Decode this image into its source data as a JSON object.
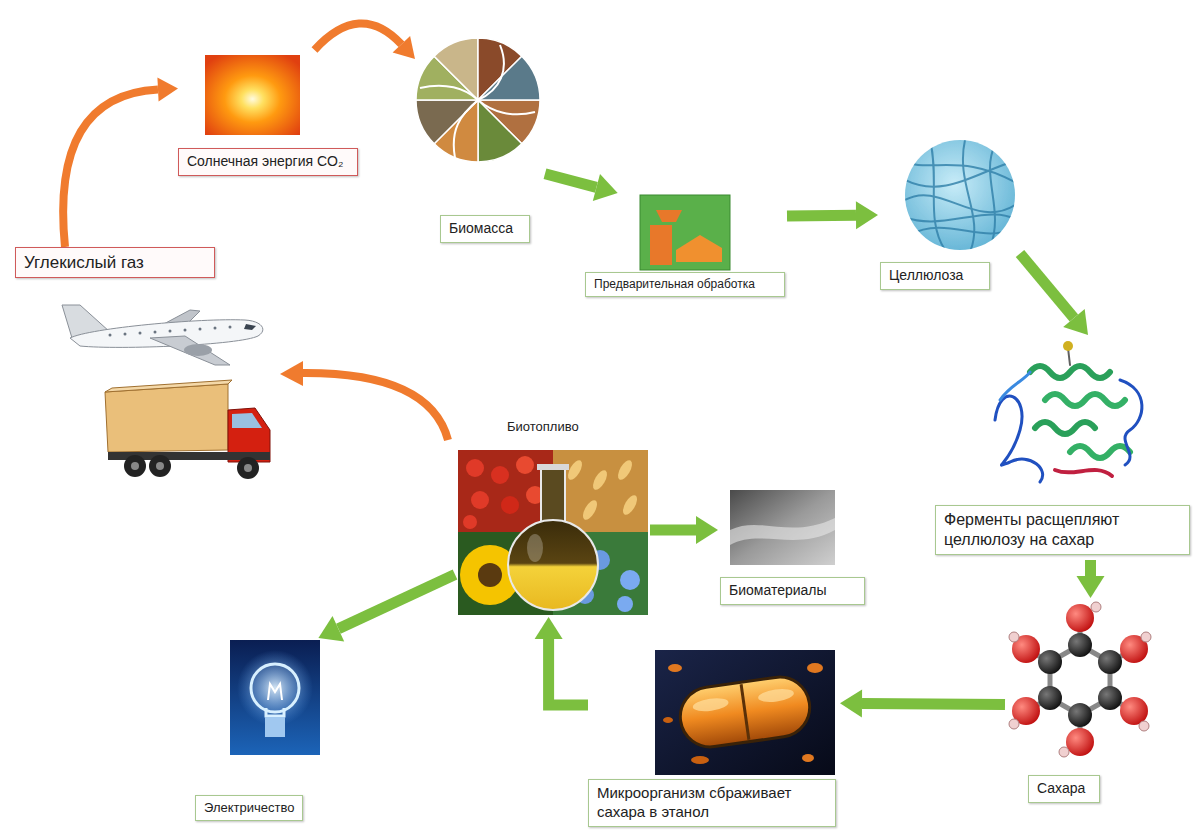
{
  "diagram": {
    "nodes": [
      {
        "text": [
          "Углекислый газ"
        ]
      },
      {
        "text": [
          "Солнечная энергия CO₂"
        ]
      },
      {
        "text": [
          "Биомасса"
        ]
      },
      {
        "text": [
          "Предварительная обработка"
        ]
      },
      {
        "text": [
          "Целлюлоза"
        ]
      },
      {
        "text": [
          "Ферменты расщепляют целлюлозу на сахар"
        ]
      },
      {
        "text": [
          "Сахара"
        ]
      },
      {
        "text": [
          "Микроорганизм сбраживает сахара в этанол"
        ]
      },
      {
        "text": [
          "Биотопливо"
        ]
      },
      {
        "text": [
          "Биоматериалы"
        ]
      },
      {
        "text": [
          "Электричество"
        ]
      }
    ],
    "edges": [
      {
        "from": 0,
        "to": 1,
        "arrow": "to"
      },
      {
        "from": 1,
        "to": 2,
        "arrow": "to"
      },
      {
        "from": 2,
        "to": 3,
        "arrow": "to"
      },
      {
        "from": 3,
        "to": 4,
        "arrow": "to"
      },
      {
        "from": 4,
        "to": 5,
        "arrow": "to"
      },
      {
        "from": 5,
        "to": 6,
        "arrow": "to"
      },
      {
        "from": 6,
        "to": 7,
        "arrow": "to"
      },
      {
        "from": 7,
        "to": 8,
        "arrow": "to"
      },
      {
        "from": 8,
        "to": 9,
        "arrow": "to"
      },
      {
        "from": 8,
        "to": 10,
        "arrow": "to"
      }
    ]
  }
}
